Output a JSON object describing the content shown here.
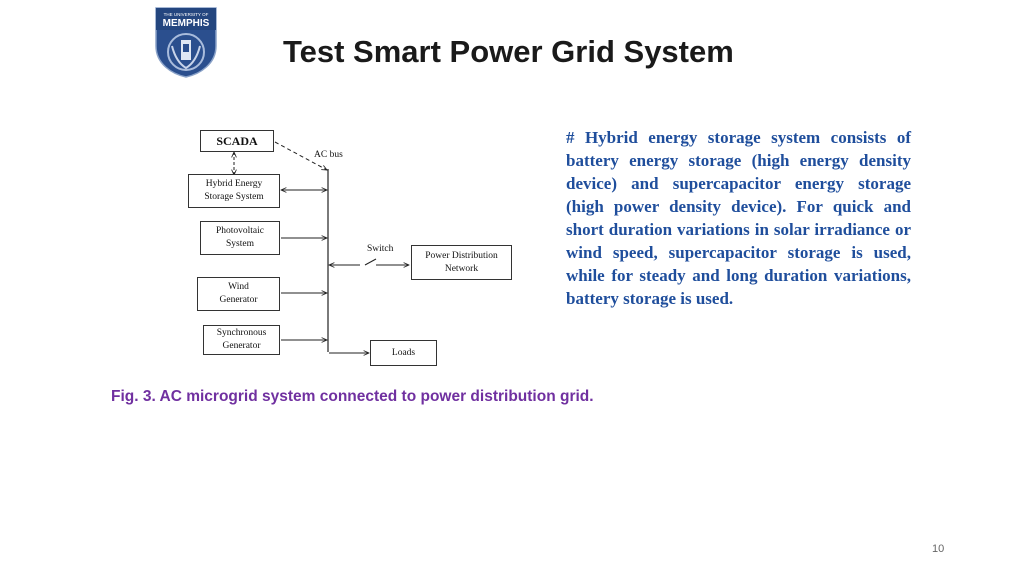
{
  "header": {
    "logo_text_top": "THE UNIVERSITY OF",
    "logo_text_main": "MEMPHIS",
    "title": "Test Smart Power Grid System"
  },
  "diagram": {
    "boxes": {
      "scada": "SCADA",
      "hess_line1": "Hybrid Energy",
      "hess_line2": "Storage System",
      "pv_line1": "Photovoltaic",
      "pv_line2": "System",
      "wind_line1": "Wind",
      "wind_line2": "Generator",
      "sync_line1": "Synchronous",
      "sync_line2": "Generator",
      "pdn_line1": "Power Distribution",
      "pdn_line2": "Network",
      "loads": "Loads"
    },
    "labels": {
      "ac_bus": "AC bus",
      "switch": "Switch"
    }
  },
  "description": {
    "paragraph": "# Hybrid energy storage system consists of battery energy storage (high energy density device) and supercapacitor energy storage (high power density device). For quick and short duration variations in solar irradiance or wind speed, supercapacitor storage is used, while for steady and long duration variations, battery storage is used."
  },
  "caption": "Fig. 3. AC microgrid system connected to power distribution grid.",
  "page_number": "10",
  "colors": {
    "paragraph": "#1f4e9c",
    "caption": "#7030a0",
    "logo_blue": "#2b4f8e"
  }
}
